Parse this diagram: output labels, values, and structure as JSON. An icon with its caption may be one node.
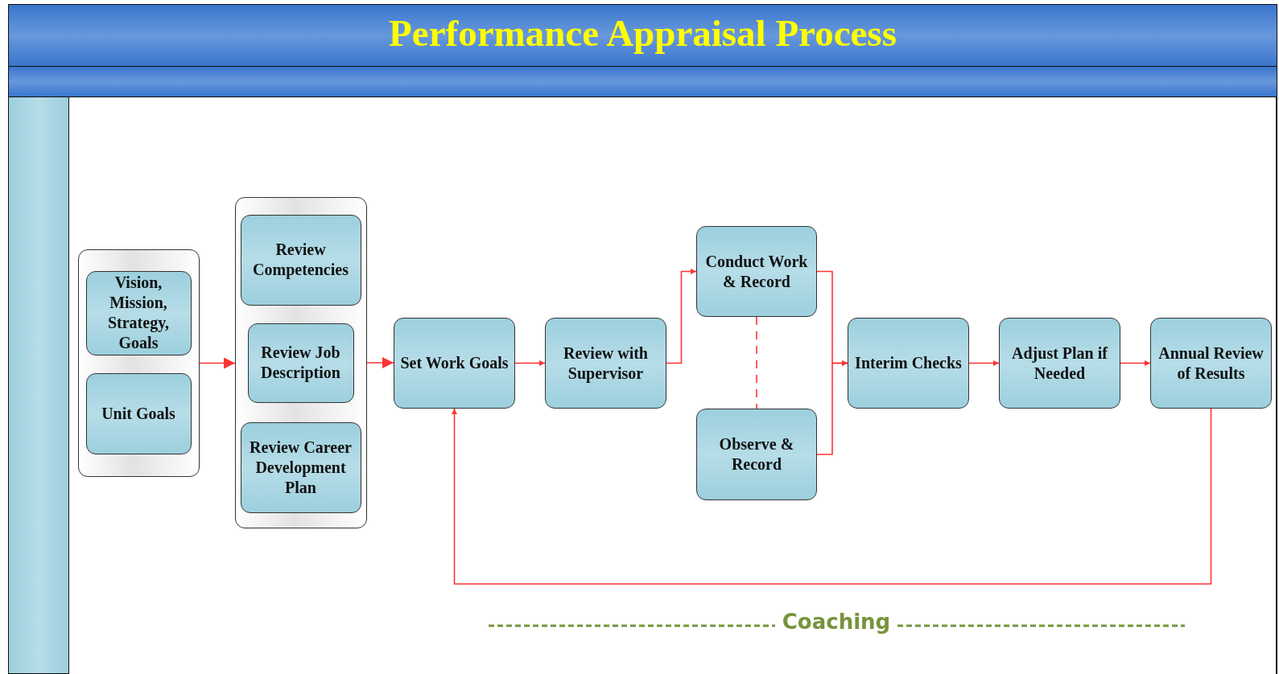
{
  "diagram": {
    "title": "Performance Appraisal Process",
    "nodes": [
      {
        "text": [],
        "shape": "box"
      },
      {
        "text": [
          "Vision, Mission, Strategy, Goals"
        ],
        "in": 0
      },
      {
        "text": [
          "Unit Goals"
        ],
        "in": 0
      },
      {
        "text": [],
        "shape": "box"
      },
      {
        "text": [
          "Review Competencies"
        ],
        "in": 3
      },
      {
        "text": [
          "Review Job Description"
        ],
        "in": 3
      },
      {
        "text": [
          "Review Career Development Plan"
        ],
        "in": 3
      },
      {
        "text": [
          "Set Work Goals"
        ]
      },
      {
        "text": [
          "Review with Supervisor"
        ]
      },
      {
        "text": [
          "Conduct Work & Record"
        ]
      },
      {
        "text": [
          "Observe & Record"
        ]
      },
      {
        "text": [
          "Interim Checks"
        ]
      },
      {
        "text": [
          "Adjust Plan if Needed"
        ]
      },
      {
        "text": [
          "Annual Review of Results"
        ]
      }
    ],
    "edges": [
      {
        "from": 0,
        "to": 3,
        "arrow": "to"
      },
      {
        "from": 3,
        "to": 7,
        "arrow": "to"
      },
      {
        "from": 7,
        "to": 8,
        "arrow": "to"
      },
      {
        "from": 8,
        "to": 9,
        "arrow": "to"
      },
      {
        "from": 9,
        "to": 11,
        "arrow": "to"
      },
      {
        "from": 10,
        "to": 11,
        "arrow": "to"
      },
      {
        "from": 11,
        "to": 12,
        "arrow": "to"
      },
      {
        "from": 12,
        "to": 13,
        "arrow": "to"
      },
      {
        "from": 13,
        "to": 7,
        "arrow": "to"
      },
      {
        "from": 9,
        "to": 10,
        "arrow": "none",
        "style": "dashed"
      }
    ],
    "labels": [
      "Coaching"
    ]
  }
}
